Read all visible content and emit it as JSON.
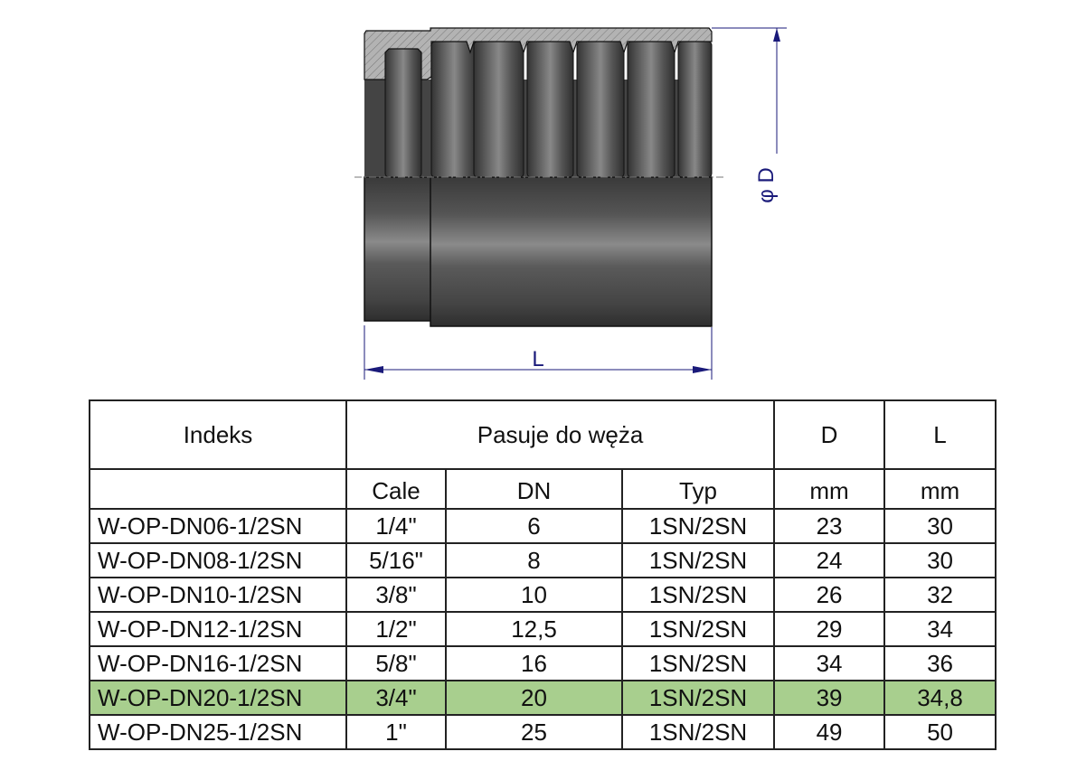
{
  "drawing": {
    "dim_diameter": "φ D",
    "dim_length": "L"
  },
  "table": {
    "header": {
      "index": "Indeks",
      "fits_hose": "Pasuje do węża",
      "d": "D",
      "l": "L"
    },
    "subheader": {
      "index": "",
      "inches": "Cale",
      "dn": "DN",
      "type": "Typ",
      "d_unit": "mm",
      "l_unit": "mm"
    },
    "rows": [
      {
        "index": "W-OP-DN06-1/2SN",
        "inches": "1/4\"",
        "dn": "6",
        "type": "1SN/2SN",
        "d": "23",
        "l": "30"
      },
      {
        "index": "W-OP-DN08-1/2SN",
        "inches": "5/16\"",
        "dn": "8",
        "type": "1SN/2SN",
        "d": "24",
        "l": "30"
      },
      {
        "index": "W-OP-DN10-1/2SN",
        "inches": "3/8\"",
        "dn": "10",
        "type": "1SN/2SN",
        "d": "26",
        "l": "32"
      },
      {
        "index": "W-OP-DN12-1/2SN",
        "inches": "1/2\"",
        "dn": "12,5",
        "type": "1SN/2SN",
        "d": "29",
        "l": "34"
      },
      {
        "index": "W-OP-DN16-1/2SN",
        "inches": "5/8\"",
        "dn": "16",
        "type": "1SN/2SN",
        "d": "34",
        "l": "36"
      },
      {
        "index": "W-OP-DN20-1/2SN",
        "inches": "3/4\"",
        "dn": "20",
        "type": "1SN/2SN",
        "d": "39",
        "l": "34,8"
      },
      {
        "index": "W-OP-DN25-1/2SN",
        "inches": "1\"",
        "dn": "25",
        "type": "1SN/2SN",
        "d": "49",
        "l": "50"
      }
    ],
    "highlight_color": "#a8cf8e",
    "highlighted_row": 5
  },
  "colors": {
    "dimension": "#1a1a7a"
  }
}
